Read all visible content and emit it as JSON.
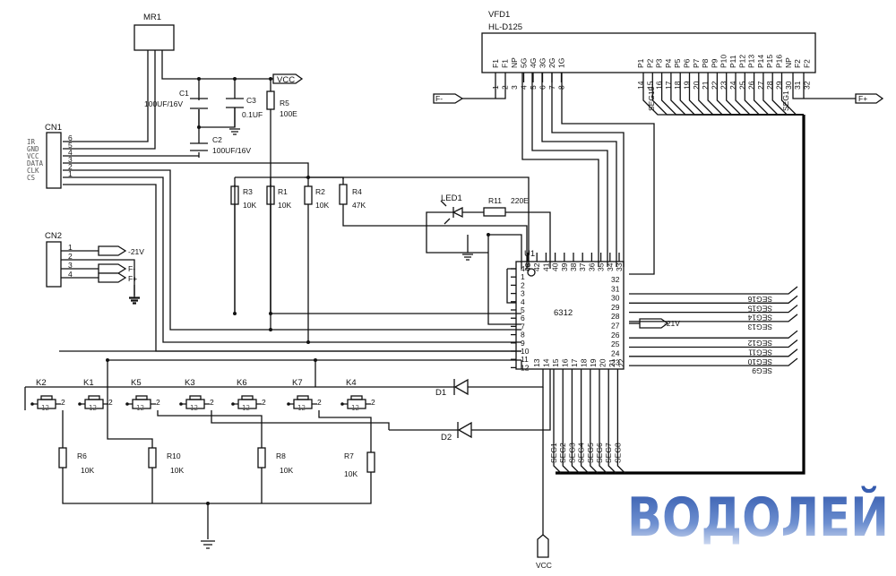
{
  "mr1": {
    "ref": "MR1"
  },
  "vfd": {
    "ref": "VFD1",
    "model": "HL-D125",
    "left_pins": [
      "F1",
      "F1",
      "NP",
      "5G",
      "4G",
      "3G",
      "2G",
      "1G"
    ],
    "left_nums": [
      "1",
      "2",
      "3",
      "4",
      "5",
      "6",
      "7",
      "8"
    ],
    "right_pins": [
      "P1",
      "P2",
      "P3",
      "P4",
      "P5",
      "P6",
      "P7",
      "P8",
      "P9",
      "P10",
      "P11",
      "P12",
      "P13",
      "P14",
      "P15",
      "P16",
      "NP",
      "F2",
      "F2"
    ],
    "right_nums": [
      "14",
      "15",
      "16",
      "17",
      "18",
      "19",
      "20",
      "21",
      "22",
      "23",
      "24",
      "25",
      "26",
      "27",
      "28",
      "29",
      "30",
      "31",
      "32"
    ],
    "seg_labels": [
      "SEG15",
      "SEG1"
    ]
  },
  "c1": {
    "ref": "C1",
    "value": "100UF/16V"
  },
  "c2": {
    "ref": "C2",
    "value": "100UF/16V"
  },
  "c3": {
    "ref": "C3",
    "value": "0.1UF"
  },
  "r5": {
    "ref": "R5",
    "value": "100E"
  },
  "r3": {
    "ref": "R3",
    "value": "10K"
  },
  "r1": {
    "ref": "R1",
    "value": "10K"
  },
  "r2": {
    "ref": "R2",
    "value": "10K"
  },
  "r4": {
    "ref": "R4",
    "value": "47K"
  },
  "r11": {
    "ref": "R11",
    "value": "220E"
  },
  "led1": {
    "ref": "LED1"
  },
  "cn1": {
    "ref": "CN1",
    "signals": [
      "IR",
      "GND",
      "VCC",
      "DATA",
      "CLK",
      "CS"
    ],
    "pins": [
      "6",
      "5",
      "4",
      "3",
      "2",
      "1"
    ]
  },
  "cn2": {
    "ref": "CN2",
    "pins": [
      "1",
      "2",
      "3",
      "4"
    ]
  },
  "nets": {
    "vcc": "VCC",
    "neg21": "-21V",
    "fminus": "F-",
    "fplus": "F+"
  },
  "u1": {
    "ref": "U1",
    "part": "6312",
    "top_pins": [
      "43",
      "42",
      "41",
      "40",
      "39",
      "38",
      "37",
      "36",
      "35",
      "34",
      "33"
    ],
    "right_pins": [
      "32",
      "31",
      "30",
      "29",
      "28",
      "27",
      "26",
      "25",
      "24",
      "23"
    ],
    "bottom_pins": [
      "13",
      "14",
      "15",
      "16",
      "17",
      "18",
      "19",
      "20",
      "21",
      "22"
    ],
    "left_pins": [
      "44",
      "1",
      "2",
      "3",
      "4",
      "5",
      "6",
      "7",
      "8",
      "9",
      "10",
      "11",
      "12"
    ]
  },
  "seg_right": [
    "SEG16",
    "SEG15",
    "SEG14",
    "SEG13",
    "SEG12",
    "SEG11",
    "SEG10",
    "SEG9"
  ],
  "seg_bottom": [
    "SEG1",
    "SEG2",
    "SEG3",
    "SEG4",
    "SEG5",
    "SEG6",
    "SEG7",
    "SEG8"
  ],
  "keys": [
    {
      "ref": "K2",
      "a": "1",
      "b": "2"
    },
    {
      "ref": "K1",
      "a": "1",
      "b": "2"
    },
    {
      "ref": "K5",
      "a": "1",
      "b": "2"
    },
    {
      "ref": "K3",
      "a": "1",
      "b": "2"
    },
    {
      "ref": "K6",
      "a": "1",
      "b": "2"
    },
    {
      "ref": "K7",
      "a": "1",
      "b": "2"
    },
    {
      "ref": "K4",
      "a": "1",
      "b": "2"
    }
  ],
  "d1": {
    "ref": "D1"
  },
  "d2": {
    "ref": "D2"
  },
  "r6": {
    "ref": "R6",
    "value": "10K"
  },
  "r10": {
    "ref": "R10",
    "value": "10K"
  },
  "r8": {
    "ref": "R8",
    "value": "10K"
  },
  "r7": {
    "ref": "R7",
    "value": "10K"
  },
  "watermark": {
    "text": "ВОДОЛЕЙ",
    "color": "#3c62b4"
  }
}
